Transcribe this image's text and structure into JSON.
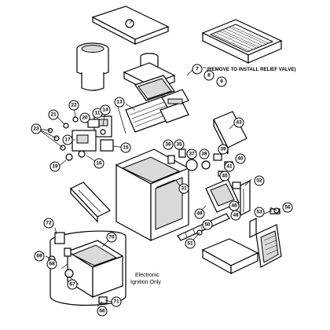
{
  "notes": {
    "remove_relief_valve": "(REMOVE TO INSTALL RELIEF VALVE)",
    "electronic_line1": "Electronic",
    "electronic_line2": "Ignition Only"
  },
  "callouts": [
    {
      "id": "c7",
      "label": "7"
    },
    {
      "id": "c8",
      "label": "8"
    },
    {
      "id": "c9",
      "label": "9"
    },
    {
      "id": "c11",
      "label": "11"
    },
    {
      "id": "c13",
      "label": "13"
    },
    {
      "id": "c14",
      "label": "14"
    },
    {
      "id": "c15",
      "label": "15"
    },
    {
      "id": "c16",
      "label": "16"
    },
    {
      "id": "c17",
      "label": "17"
    },
    {
      "id": "c19",
      "label": "19"
    },
    {
      "id": "c20",
      "label": "20"
    },
    {
      "id": "c21",
      "label": "21"
    },
    {
      "id": "c22",
      "label": "22"
    },
    {
      "id": "c23",
      "label": "23"
    },
    {
      "id": "c31",
      "label": "31"
    },
    {
      "id": "c35",
      "label": "35"
    },
    {
      "id": "c36",
      "label": "36"
    },
    {
      "id": "c37",
      "label": "37"
    },
    {
      "id": "c38",
      "label": "38"
    },
    {
      "id": "c39",
      "label": "39"
    },
    {
      "id": "c40",
      "label": "40"
    },
    {
      "id": "c41",
      "label": "41"
    },
    {
      "id": "c43",
      "label": "43"
    },
    {
      "id": "c45",
      "label": "45"
    },
    {
      "id": "c46",
      "label": "46"
    },
    {
      "id": "c48",
      "label": "48"
    },
    {
      "id": "c49",
      "label": "49"
    },
    {
      "id": "c50",
      "label": "50"
    },
    {
      "id": "c51",
      "label": "51"
    },
    {
      "id": "c52",
      "label": "52"
    },
    {
      "id": "c53",
      "label": "53"
    },
    {
      "id": "c56",
      "label": "56"
    },
    {
      "id": "c66",
      "label": "66"
    },
    {
      "id": "c67",
      "label": "67"
    },
    {
      "id": "c68",
      "label": "68"
    },
    {
      "id": "c69",
      "label": "69"
    },
    {
      "id": "c70",
      "label": "70"
    },
    {
      "id": "c71",
      "label": "71"
    },
    {
      "id": "c72",
      "label": "72"
    }
  ]
}
